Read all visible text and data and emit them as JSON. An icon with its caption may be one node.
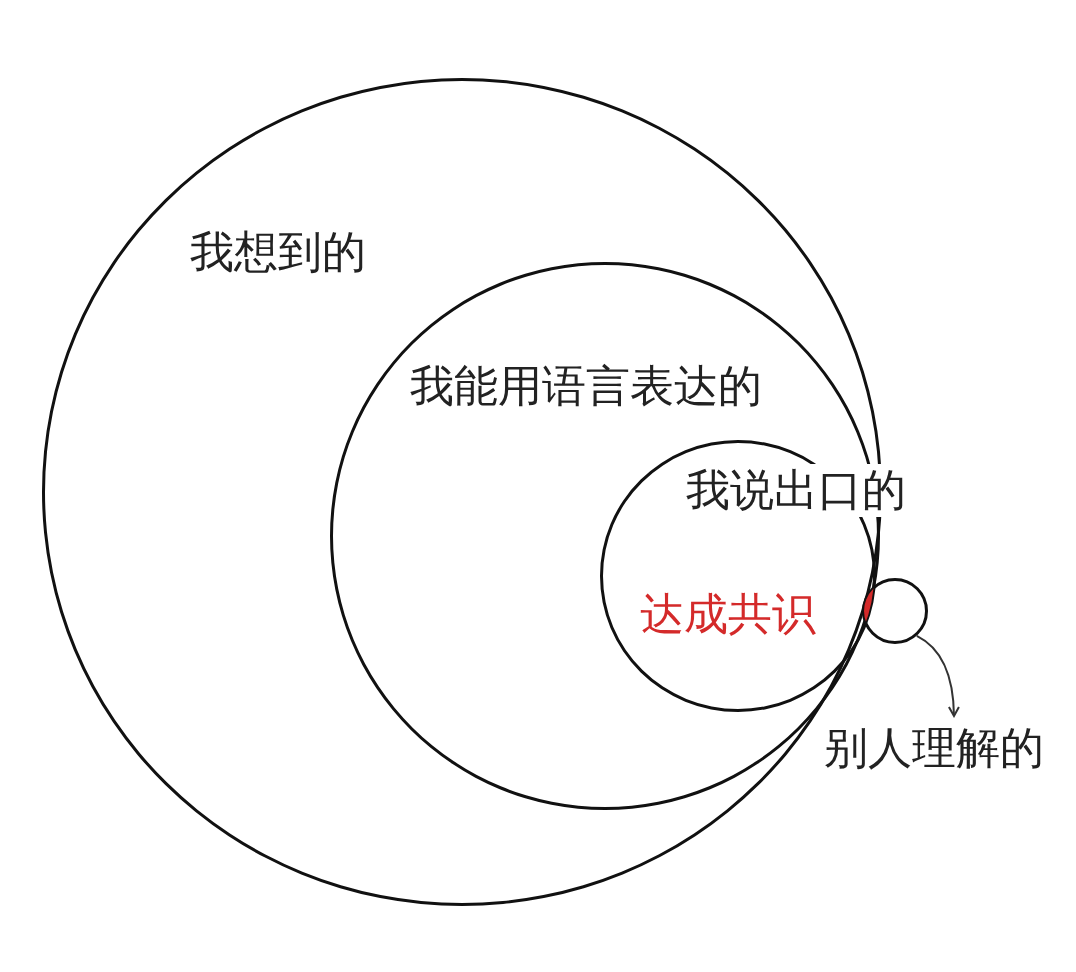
{
  "diagram": {
    "nodes": [
      {
        "text": [
          "我想到的"
        ]
      },
      {
        "text": [
          "我能用语言表达的"
        ],
        "in": 0
      },
      {
        "text": [
          "我说出口的"
        ],
        "in": 1
      },
      {
        "text": [],
        "shape": "circle"
      },
      {
        "text": [
          "别人理解的"
        ]
      }
    ],
    "edges": [
      {
        "from": 3,
        "to": 4,
        "arrow": "to"
      }
    ],
    "labels": [
      "达成共识"
    ]
  }
}
